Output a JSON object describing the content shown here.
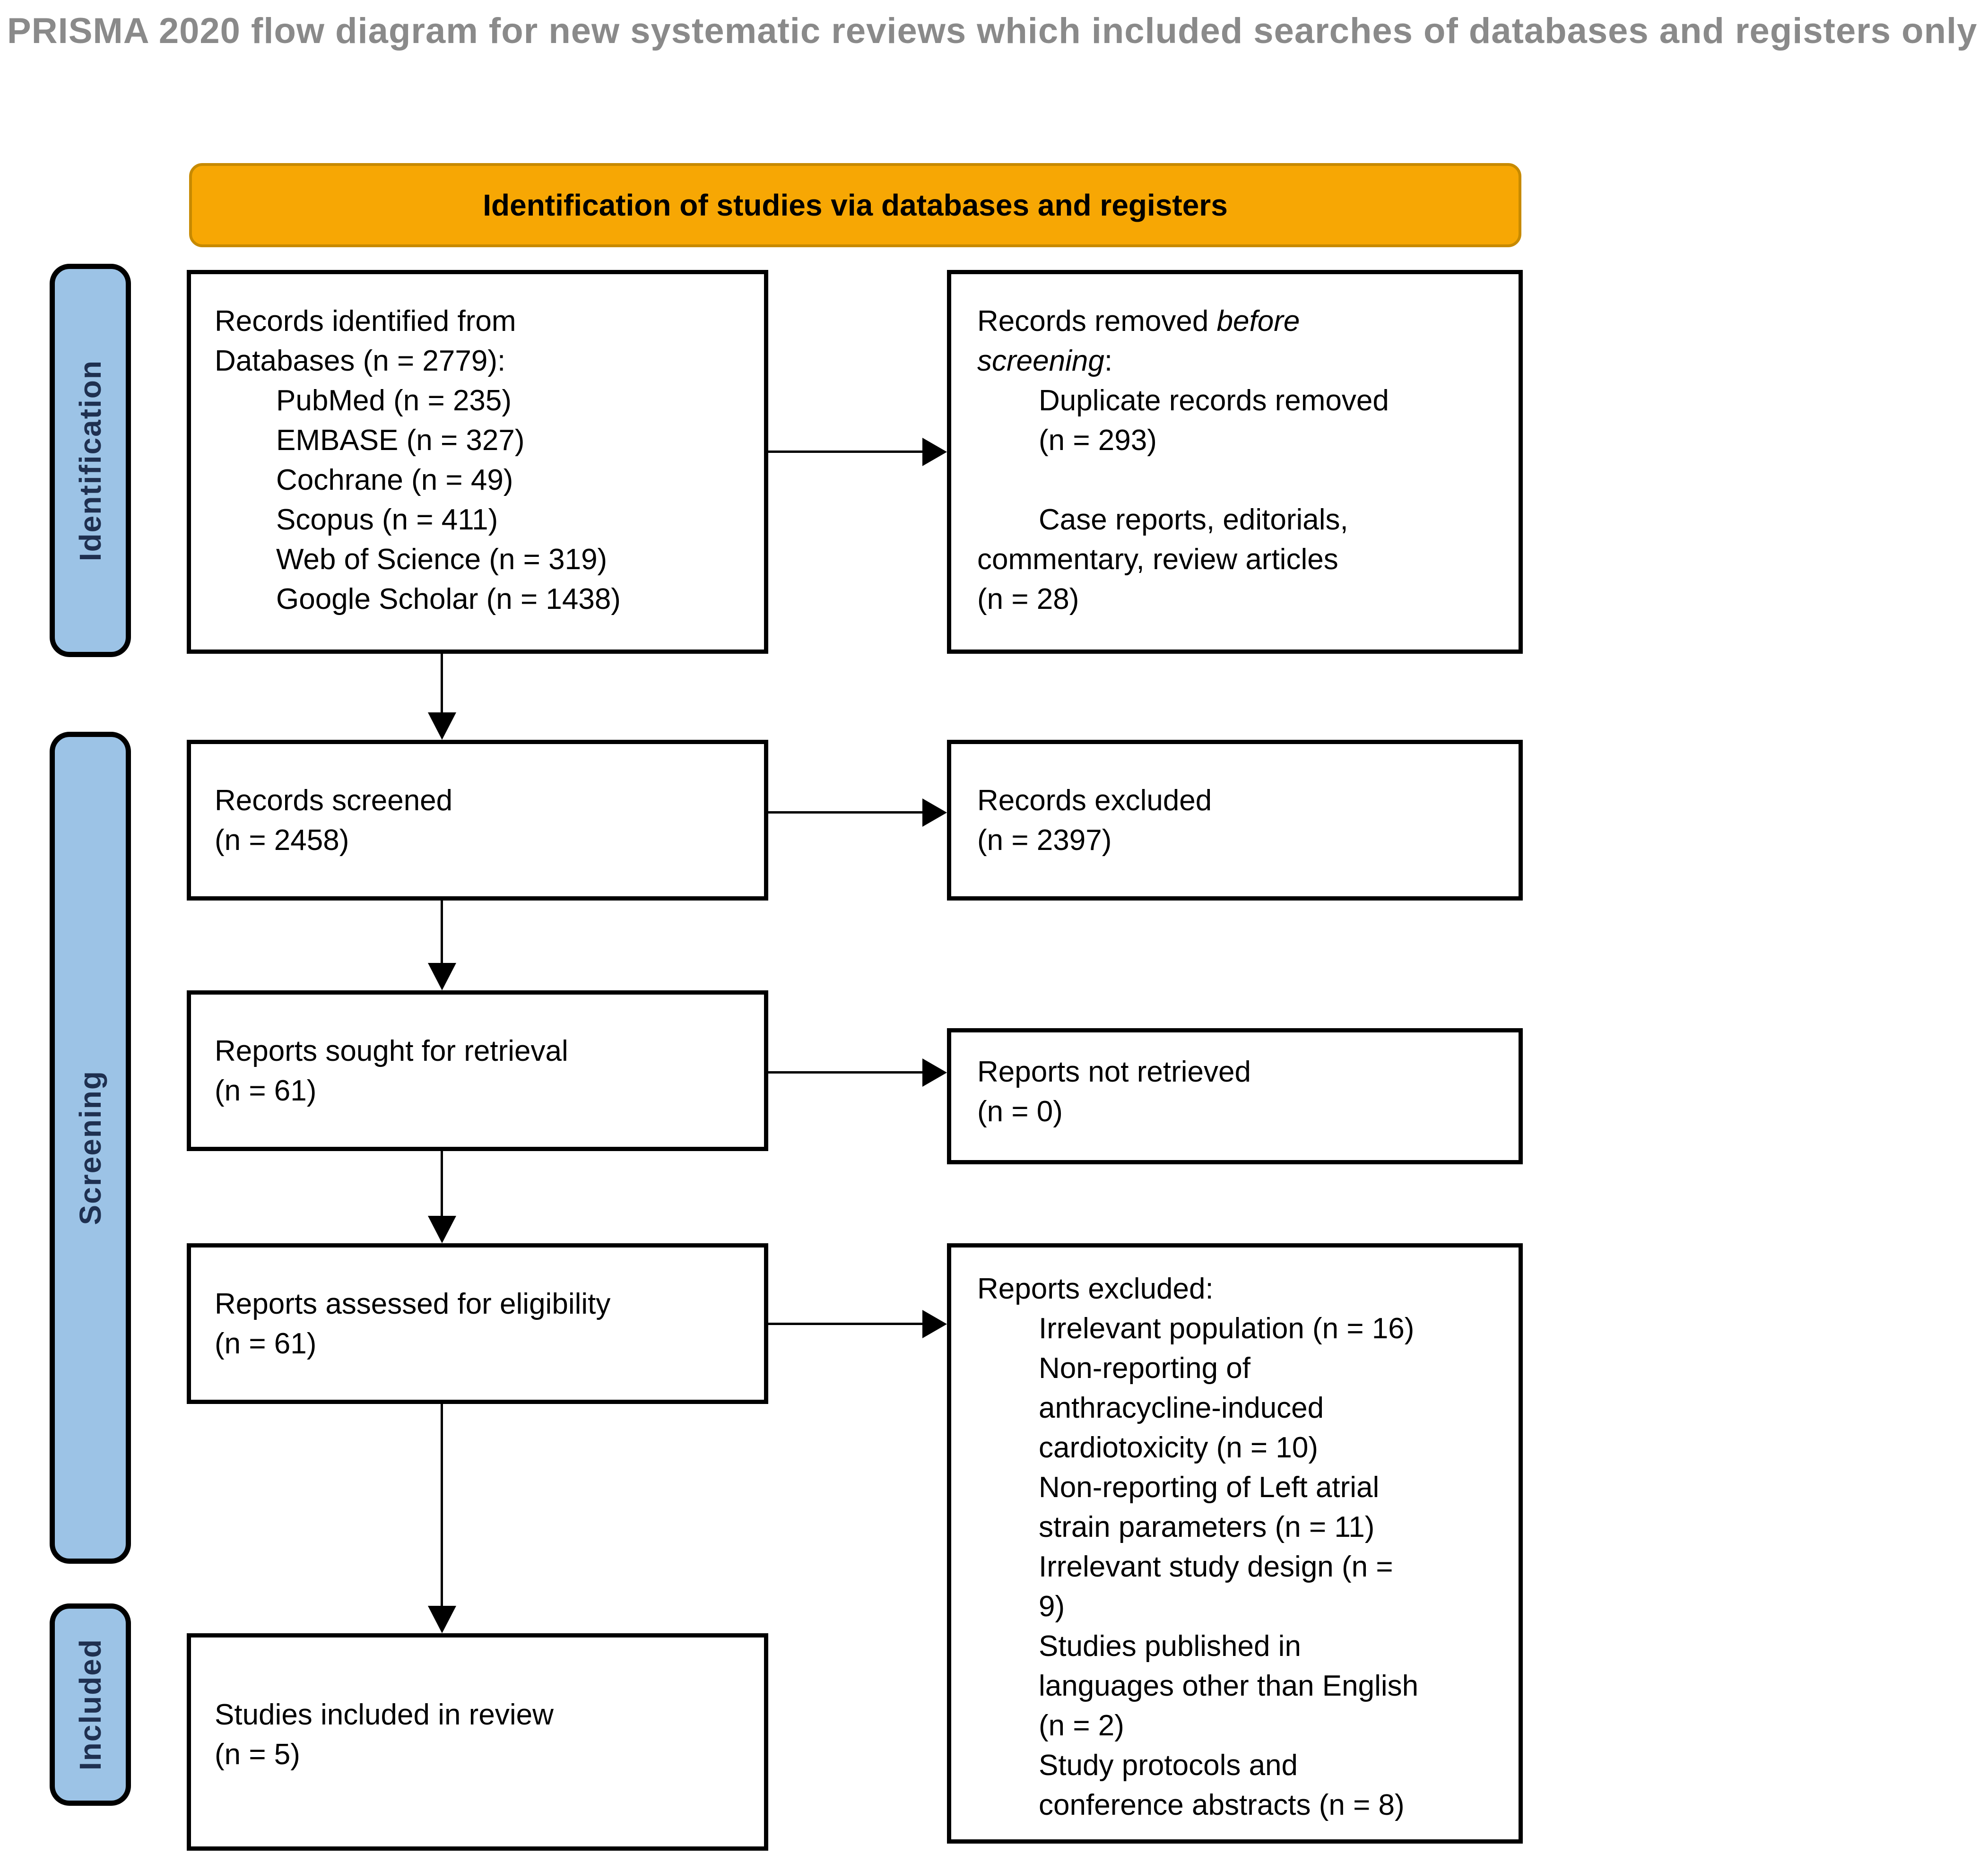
{
  "page": {
    "title": "PRISMA 2020 flow diagram for new systematic reviews which included searches of databases and registers only"
  },
  "colors": {
    "banner_orange": "#F7A704",
    "banner_border": "#C78A00",
    "sidebar_blue": "#9CC3E6",
    "sidebar_text": "#1F3050",
    "title_gray": "#8a8a8a",
    "box_border": "#000000"
  },
  "banner": {
    "label": "Identification of studies via databases and registers"
  },
  "sidebar": {
    "items": [
      {
        "label": "Identification"
      },
      {
        "label": "Screening"
      },
      {
        "label": "Included"
      }
    ]
  },
  "boxes": {
    "records_identified": {
      "lines": [
        "Records identified from",
        "Databases (n = 2779):",
        {
          "t": "PubMed (n = 235)",
          "ind": true
        },
        {
          "t": "EMBASE (n = 327)",
          "ind": true
        },
        {
          "t": "Cochrane (n = 49)",
          "ind": true
        },
        {
          "t": "Scopus (n = 411)",
          "ind": true
        },
        {
          "t": "Web of Science (n = 319)",
          "ind": true
        },
        {
          "t": "Google Scholar (n = 1438)",
          "ind": true
        }
      ]
    },
    "records_removed": {
      "lines": [
        {
          "parts": [
            {
              "t": "Records removed "
            },
            {
              "t": "before",
              "i": true
            }
          ]
        },
        {
          "parts": [
            {
              "t": "screening",
              "i": true
            },
            {
              "t": ":"
            }
          ]
        },
        {
          "t": "Duplicate records removed",
          "ind": true
        },
        {
          "t": "(n = 293)",
          "ind": true
        },
        {
          "blank": true
        },
        {
          "t": "Case reports, editorials,",
          "ind": true
        },
        "commentary, review articles",
        "(n = 28)"
      ]
    },
    "records_screened": {
      "lines": [
        "Records screened",
        "(n = 2458)"
      ]
    },
    "records_excluded": {
      "lines": [
        "Records excluded",
        "(n = 2397)"
      ]
    },
    "reports_sought": {
      "lines": [
        "Reports sought for retrieval",
        "(n = 61)"
      ]
    },
    "reports_not_retrieved": {
      "lines": [
        "Reports not retrieved",
        "(n = 0)"
      ]
    },
    "reports_assessed": {
      "lines": [
        "Reports assessed for eligibility",
        "(n = 61)"
      ]
    },
    "reports_excluded": {
      "lines": [
        "Reports excluded:",
        {
          "t": "Irrelevant population (n = 16)",
          "ind": true
        },
        {
          "t": "Non-reporting of",
          "ind": true
        },
        {
          "t": "anthracycline-induced",
          "ind": true
        },
        {
          "t": "cardiotoxicity (n = 10)",
          "ind": true
        },
        {
          "t": "Non-reporting of Left atrial",
          "ind": true
        },
        {
          "t": "strain parameters (n = 11)",
          "ind": true
        },
        {
          "t": "Irrelevant study design (n =",
          "ind": true
        },
        {
          "t": "9)",
          "ind": true
        },
        {
          "t": "Studies published in",
          "ind": true
        },
        {
          "t": "languages other than English",
          "ind": true
        },
        {
          "t": "(n = 2)",
          "ind": true
        },
        {
          "t": "Study protocols and",
          "ind": true
        },
        {
          "t": "conference abstracts (n = 8)",
          "ind": true
        }
      ]
    },
    "studies_included": {
      "lines": [
        "Studies included in review",
        "(n = 5)"
      ]
    }
  }
}
